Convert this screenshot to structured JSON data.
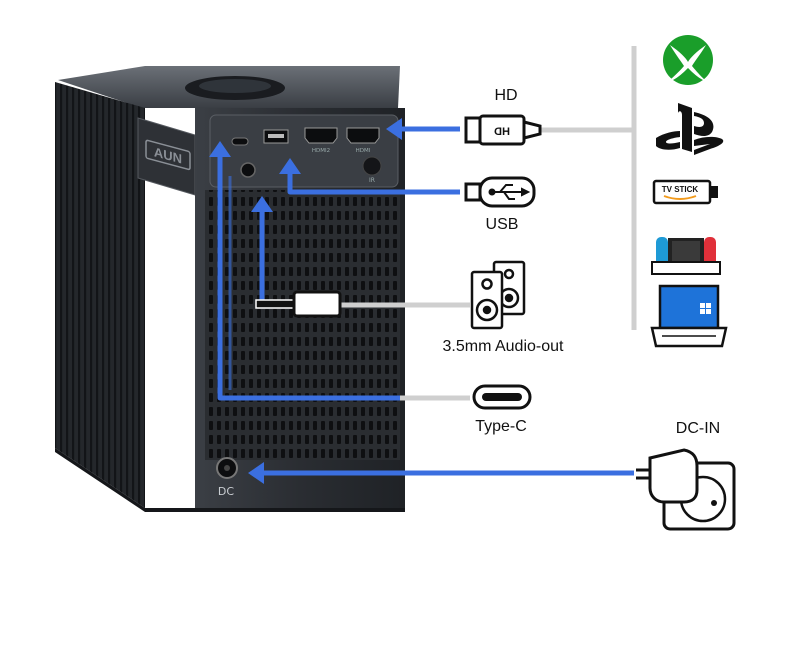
{
  "product": {
    "brand": "AUN",
    "port_labels": [
      "HDMI2",
      "HDMI",
      "IR",
      "DC"
    ]
  },
  "connectors": {
    "hd": "HD",
    "usb": "USB",
    "audio": "3.5mm Audio-out",
    "typec": "Type-C",
    "dcin": "DC-IN",
    "hd_plug_text": "HD"
  },
  "devices": [
    {
      "name": "xbox-logo-icon"
    },
    {
      "name": "playstation-logo-icon"
    },
    {
      "name": "tv-stick-icon",
      "text": "TV STICK"
    },
    {
      "name": "switch-console-icon"
    },
    {
      "name": "laptop-icon"
    }
  ],
  "colors": {
    "arrow": "#3b6fe0",
    "line": "#cfcfcf",
    "body": "#2e3238",
    "xbox": "#1a9e2a",
    "switch_red": "#e0303a",
    "switch_blue": "#1e9ad6",
    "windows": "#1e73d9"
  }
}
